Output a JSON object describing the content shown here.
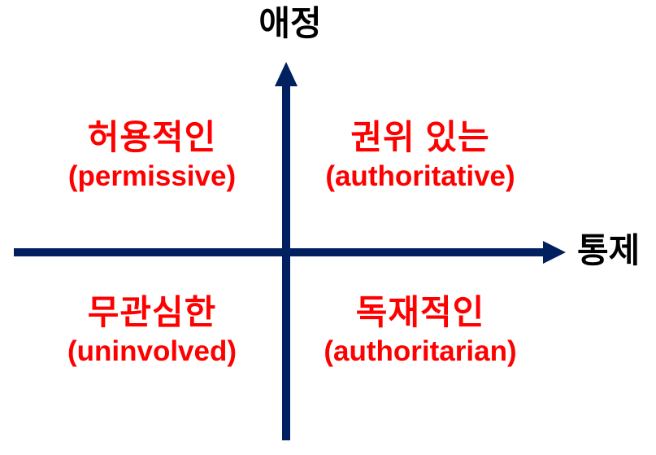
{
  "diagram": {
    "title": "Parenting styles quadrant (affection vs control)",
    "axes": {
      "y_label": "애정",
      "x_label": "통제"
    },
    "quadrants": {
      "top_left": {
        "korean": "허용적인",
        "english": "(permissive)"
      },
      "top_right": {
        "korean": "권위 있는",
        "english": "(authoritative)"
      },
      "bottom_left": {
        "korean": "무관심한",
        "english": "(uninvolved)"
      },
      "bottom_right": {
        "korean": "독재적인",
        "english": "(authoritarian)"
      }
    },
    "colors": {
      "axis": "#002060",
      "axis_label_text": "#000000",
      "quadrant_text": "#fe0000",
      "background": "#ffffff"
    }
  }
}
